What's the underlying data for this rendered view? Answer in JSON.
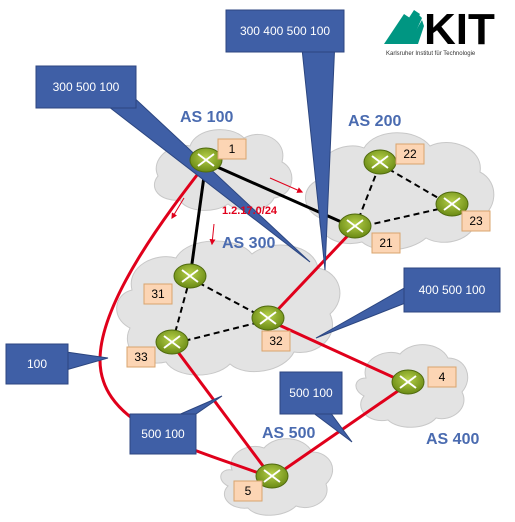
{
  "logo": {
    "wordmark": "KIT",
    "subtitle": "Karlsruher Institut für Technologie",
    "colors": {
      "green": "#009682",
      "black": "#000000"
    }
  },
  "autonomous_systems": [
    {
      "id": "as100",
      "label": "AS 100"
    },
    {
      "id": "as200",
      "label": "AS 200"
    },
    {
      "id": "as300",
      "label": "AS 300"
    },
    {
      "id": "as400",
      "label": "AS 400"
    },
    {
      "id": "as500",
      "label": "AS 500"
    }
  ],
  "routers": [
    {
      "id": "r1",
      "label": "1"
    },
    {
      "id": "r21",
      "label": "21"
    },
    {
      "id": "r22",
      "label": "22"
    },
    {
      "id": "r23",
      "label": "23"
    },
    {
      "id": "r31",
      "label": "31"
    },
    {
      "id": "r32",
      "label": "32"
    },
    {
      "id": "r33",
      "label": "33"
    },
    {
      "id": "r4",
      "label": "4"
    },
    {
      "id": "r5",
      "label": "5"
    }
  ],
  "prefix": "1.2.17.0/24",
  "callouts": [
    {
      "id": "c1",
      "text": "300 400 500 100"
    },
    {
      "id": "c2",
      "text": "300 500 100"
    },
    {
      "id": "c3",
      "text": "400 500 100"
    },
    {
      "id": "c4",
      "text": "100"
    },
    {
      "id": "c5",
      "text": "500 100"
    },
    {
      "id": "c6",
      "text": "500 100"
    }
  ],
  "colors": {
    "cloud_fill": "#e3e3e3",
    "cloud_stroke": "#c8c8c8",
    "as_label": "#4a6bb0",
    "callout_fill": "#3f5fa6",
    "callout_stroke": "#2c4680",
    "node_label_fill": "#fcd5b4",
    "node_label_stroke": "#d9a46e",
    "router_fill": "#7a9b1e",
    "ebgp_link": "#e0001b",
    "ibgp_link": "#000000",
    "arrow": "#e0001b"
  }
}
